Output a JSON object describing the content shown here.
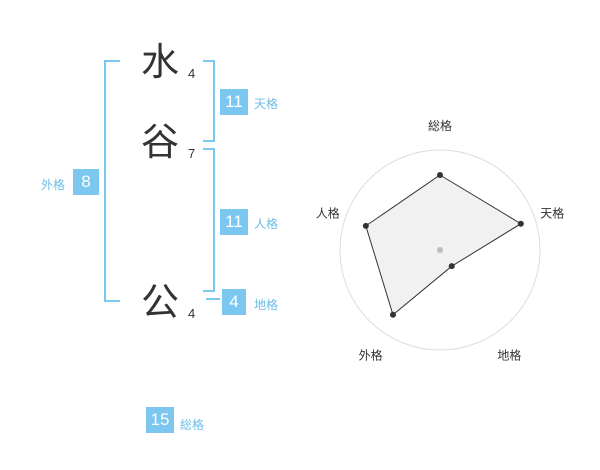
{
  "name": {
    "chars": [
      {
        "char": "水",
        "strokes": "4"
      },
      {
        "char": "谷",
        "strokes": "7"
      },
      {
        "char": "公",
        "strokes": "4"
      }
    ]
  },
  "fortunes": {
    "tenkaku": {
      "value": "11",
      "label": "天格"
    },
    "jinkaku": {
      "value": "11",
      "label": "人格"
    },
    "chikaku": {
      "value": "4",
      "label": "地格"
    },
    "gaikaku": {
      "value": "8",
      "label": "外格"
    },
    "soukaku": {
      "value": "15",
      "label": "総格"
    }
  },
  "chart_data": {
    "type": "radar",
    "axes": [
      "総格",
      "天格",
      "地格",
      "外格",
      "人格"
    ],
    "values": [
      0.75,
      0.85,
      0.2,
      0.8,
      0.78
    ],
    "range": [
      0,
      1
    ],
    "rings": 4,
    "colors": {
      "fill": "#eeeeee",
      "line": "#333333",
      "ring": "#dddddd",
      "center": "#bbbbbb"
    }
  }
}
